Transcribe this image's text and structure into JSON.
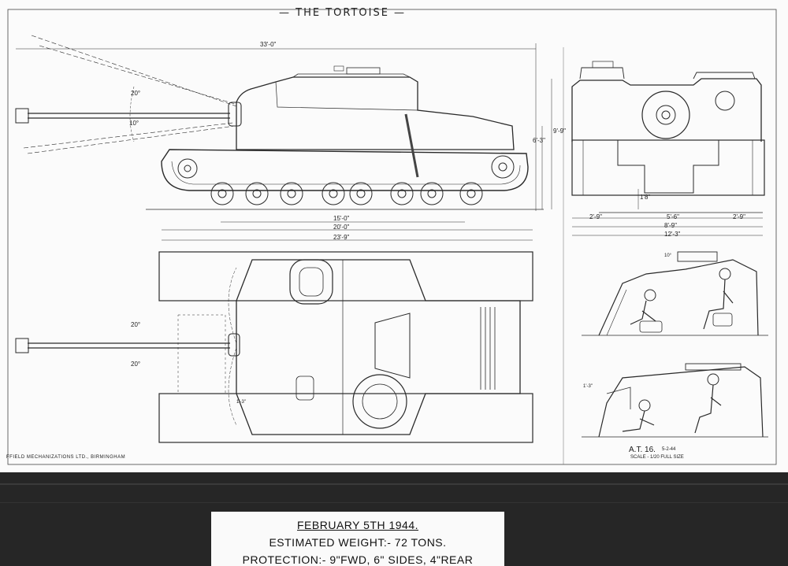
{
  "sheet": {
    "title": "— THE TORTOISE —",
    "maker": "FFIELD MECHANIZATIONS LTD., BIRMINGHAM",
    "drawing_number": "A.T. 16.",
    "drawing_date": "5-2-44",
    "scale": "SCALE - 1/20 FULL SIZE"
  },
  "dimensions": {
    "overall_length_gun": "33'-0\"",
    "elevation_up": "20°",
    "depression": "10°",
    "traverse_left": "20°",
    "traverse_right": "20°",
    "height_hull": "6'-3\"",
    "height_overall": "9'-9\"",
    "ground_clearance": "1'8\"",
    "track_contact": "15'-0\"",
    "hull_length": "20'-0\"",
    "overall_length": "23'-9\"",
    "track_width_left": "2'-9\"",
    "hull_inner_width": "5'-6\"",
    "track_width_right": "2'-9\"",
    "track_centres": "8'-9\"",
    "overall_width": "12'-3\"",
    "gun_elevation_detail": "10°",
    "small_dim_1": "1'-3\"",
    "small_dim_2": "1'-3\""
  },
  "caption": {
    "date_line": "FEBRUARY 5TH 1944.",
    "weight_line": "ESTIMATED WEIGHT:- 72 TONS.",
    "protection_line": "PROTECTION:- 9\"FWD, 6\" SIDES, 4\"REAR"
  }
}
